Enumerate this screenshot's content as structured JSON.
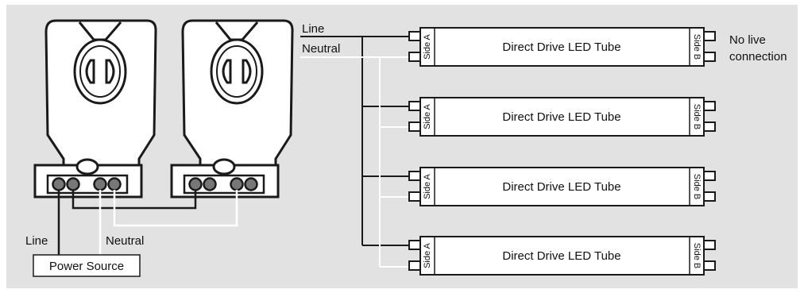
{
  "colors": {
    "panel": "#e2e2e2",
    "ink": "#1a1a1a",
    "neutral_wire": "#ffffff",
    "line_wire": "#1a1a1a",
    "pin": "#777777"
  },
  "left": {
    "line_label": "Line",
    "neutral_label": "Neutral",
    "power_source_label": "Power Source"
  },
  "right": {
    "line_label": "Line",
    "neutral_label": "Neutral",
    "tubes": [
      {
        "label": "Direct Drive LED Tube",
        "side_a": "Side A",
        "side_b": "Side B"
      },
      {
        "label": "Direct Drive LED Tube",
        "side_a": "Side A",
        "side_b": "Side B"
      },
      {
        "label": "Direct Drive LED Tube",
        "side_a": "Side A",
        "side_b": "Side B"
      },
      {
        "label": "Direct Drive LED Tube",
        "side_a": "Side A",
        "side_b": "Side B"
      }
    ],
    "no_live_line1": "No live",
    "no_live_line2": "connection"
  }
}
